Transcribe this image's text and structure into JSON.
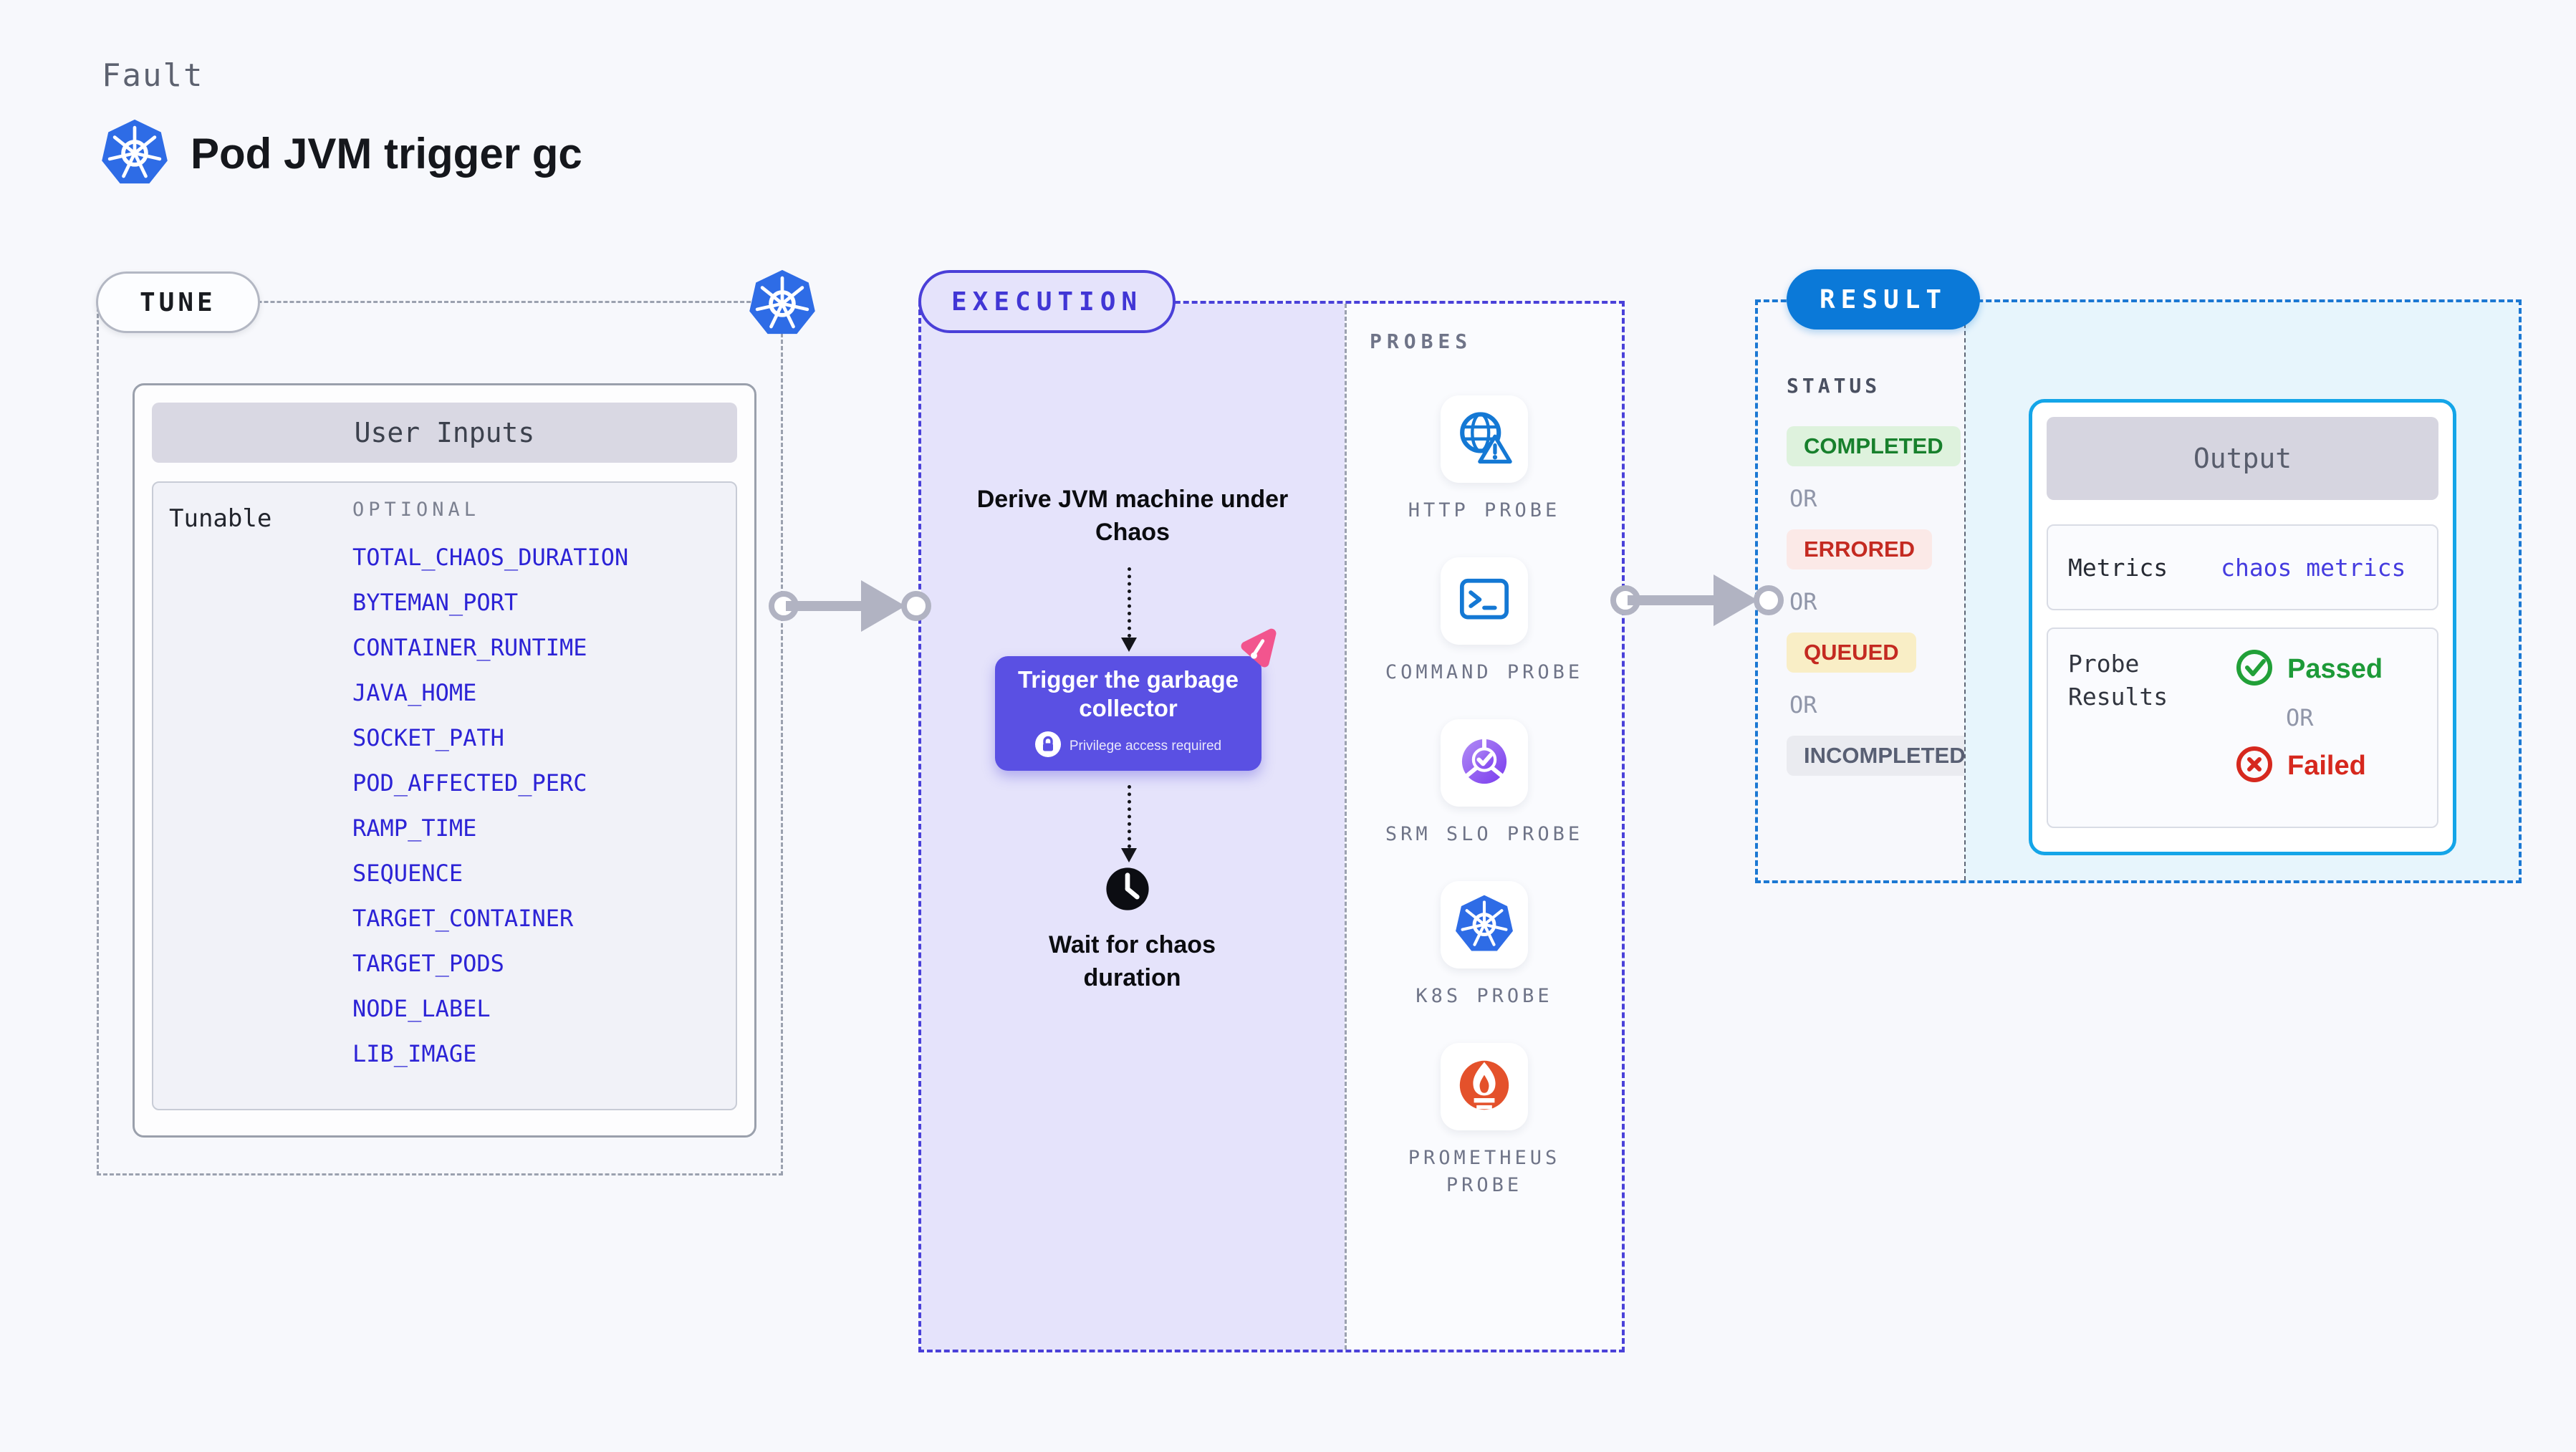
{
  "page": {
    "kicker": "Fault",
    "title": "Pod JVM trigger gc"
  },
  "tune": {
    "label": "TUNE",
    "card_title": "User Inputs",
    "row_label": "Tunable",
    "column_header": "OPTIONAL",
    "params": [
      "TOTAL_CHAOS_DURATION",
      "BYTEMAN_PORT",
      "CONTAINER_RUNTIME",
      "JAVA_HOME",
      "SOCKET_PATH",
      "POD_AFFECTED_PERC",
      "RAMP_TIME",
      "SEQUENCE",
      "TARGET_CONTAINER",
      "TARGET_PODS",
      "NODE_LABEL",
      "LIB_IMAGE"
    ]
  },
  "execution": {
    "label": "EXECUTION",
    "derive_text": "Derive JVM machine under Chaos",
    "trigger_title": "Trigger the garbage collector",
    "trigger_note": "Privilege access required",
    "wait_text": "Wait for chaos duration"
  },
  "probes": {
    "label": "PROBES",
    "items": [
      {
        "name": "HTTP PROBE",
        "icon": "globe-alert-icon"
      },
      {
        "name": "COMMAND PROBE",
        "icon": "terminal-icon"
      },
      {
        "name": "SRM SLO PROBE",
        "icon": "slo-check-icon"
      },
      {
        "name": "K8S PROBE",
        "icon": "kubernetes-icon"
      },
      {
        "name": "PROMETHEUS PROBE",
        "icon": "prometheus-flame-icon"
      }
    ]
  },
  "result": {
    "label": "RESULT",
    "status_header": "STATUS",
    "or_label": "OR",
    "statuses": [
      {
        "label": "COMPLETED",
        "type": "success"
      },
      {
        "label": "ERRORED",
        "type": "error"
      },
      {
        "label": "QUEUED",
        "type": "warning"
      },
      {
        "label": "INCOMPLETED",
        "type": "muted"
      }
    ],
    "output": {
      "title": "Output",
      "metrics_label": "Metrics",
      "metrics_value": "chaos metrics",
      "probe_results_label": "Probe Results",
      "passed_label": "Passed",
      "failed_label": "Failed"
    }
  },
  "colors": {
    "accent_indigo": "#4a3fd8",
    "accent_blue": "#0b79d8",
    "accent_cyan": "#14a5e8",
    "link_blue": "#2c23d6",
    "success_green": "#1d9a38",
    "error_red": "#d6281e",
    "lavender_bg": "#e5e3fb",
    "cyan_bg": "#e7f5fc",
    "pink": "#f2558e",
    "kubernetes_blue": "#2e6ce6",
    "prometheus_orange": "#e4512b"
  }
}
